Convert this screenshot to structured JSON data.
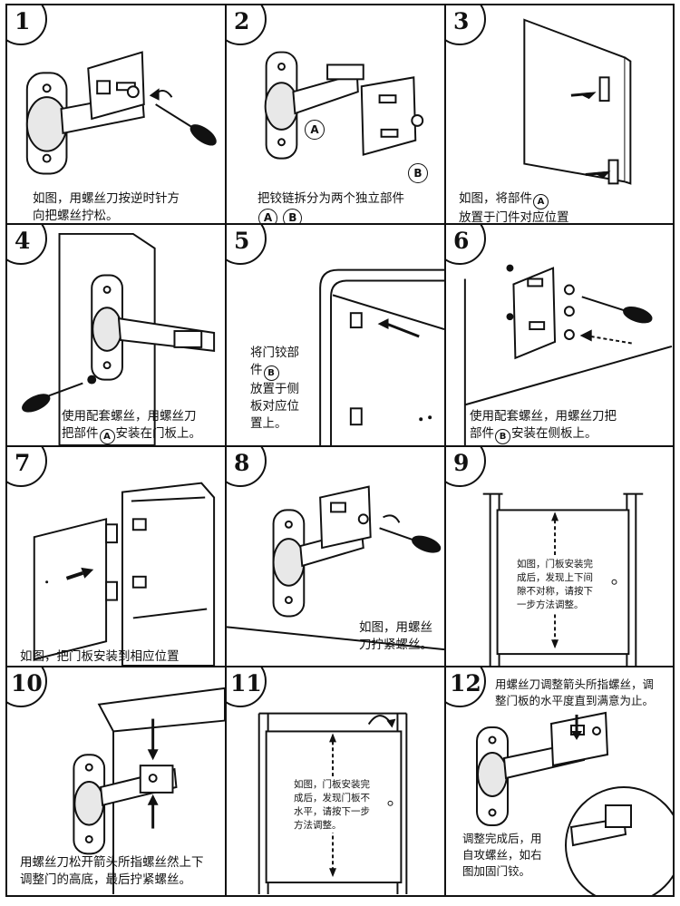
{
  "steps": [
    {
      "num": "1",
      "lines": [
        "如图，用螺丝刀按逆时针方",
        "向把螺丝拧松。"
      ]
    },
    {
      "num": "2",
      "lines": [
        "把铰链拆分为两个独立部件"
      ],
      "badges": [
        "A",
        "B"
      ]
    },
    {
      "num": "3",
      "pre": "如图，将部件",
      "badge": "A",
      "line2": "放置于门件对应位置"
    },
    {
      "num": "4",
      "lines": [
        "使用配套螺丝，用螺丝刀"
      ],
      "pre": "把部件",
      "badge": "A",
      "post": "安装在门板上。"
    },
    {
      "num": "5",
      "lines": [
        "将门铰部"
      ],
      "pre": "件",
      "badge": "B",
      "rest": [
        "放置于侧",
        "板对应位",
        "置上。"
      ]
    },
    {
      "num": "6",
      "lines": [
        "使用配套螺丝，用螺丝刀把"
      ],
      "pre": "部件",
      "badge": "B",
      "post": "安装在侧板上。"
    },
    {
      "num": "7",
      "lines": [
        "如图，把门板安装到相应位置"
      ]
    },
    {
      "num": "8",
      "lines": [
        "如图，用螺丝",
        "刀拧紧螺丝。"
      ]
    },
    {
      "num": "9",
      "lines": [
        "如图，门板安装完",
        "成后，发现上下间",
        "隙不对称，请按下",
        "一步方法调整。"
      ]
    },
    {
      "num": "10",
      "lines": [
        "用螺丝刀松开箭头所指螺丝然上下",
        "调整门的高底，最后拧紧螺丝。"
      ]
    },
    {
      "num": "11",
      "lines": [
        "如图，门板安装完",
        "成后，发现门板不",
        "水平，请按下一步",
        "方法调整。"
      ]
    },
    {
      "num": "12",
      "lines": [
        "用螺丝刀调整箭头所指螺丝，调",
        "整门板的水平度直到满意为止。"
      ],
      "lines2": [
        "调整完成后，用",
        "自攻螺丝，如右",
        "图加固门铰。"
      ]
    }
  ],
  "labels": {
    "part_a": "A",
    "part_b": "B"
  }
}
